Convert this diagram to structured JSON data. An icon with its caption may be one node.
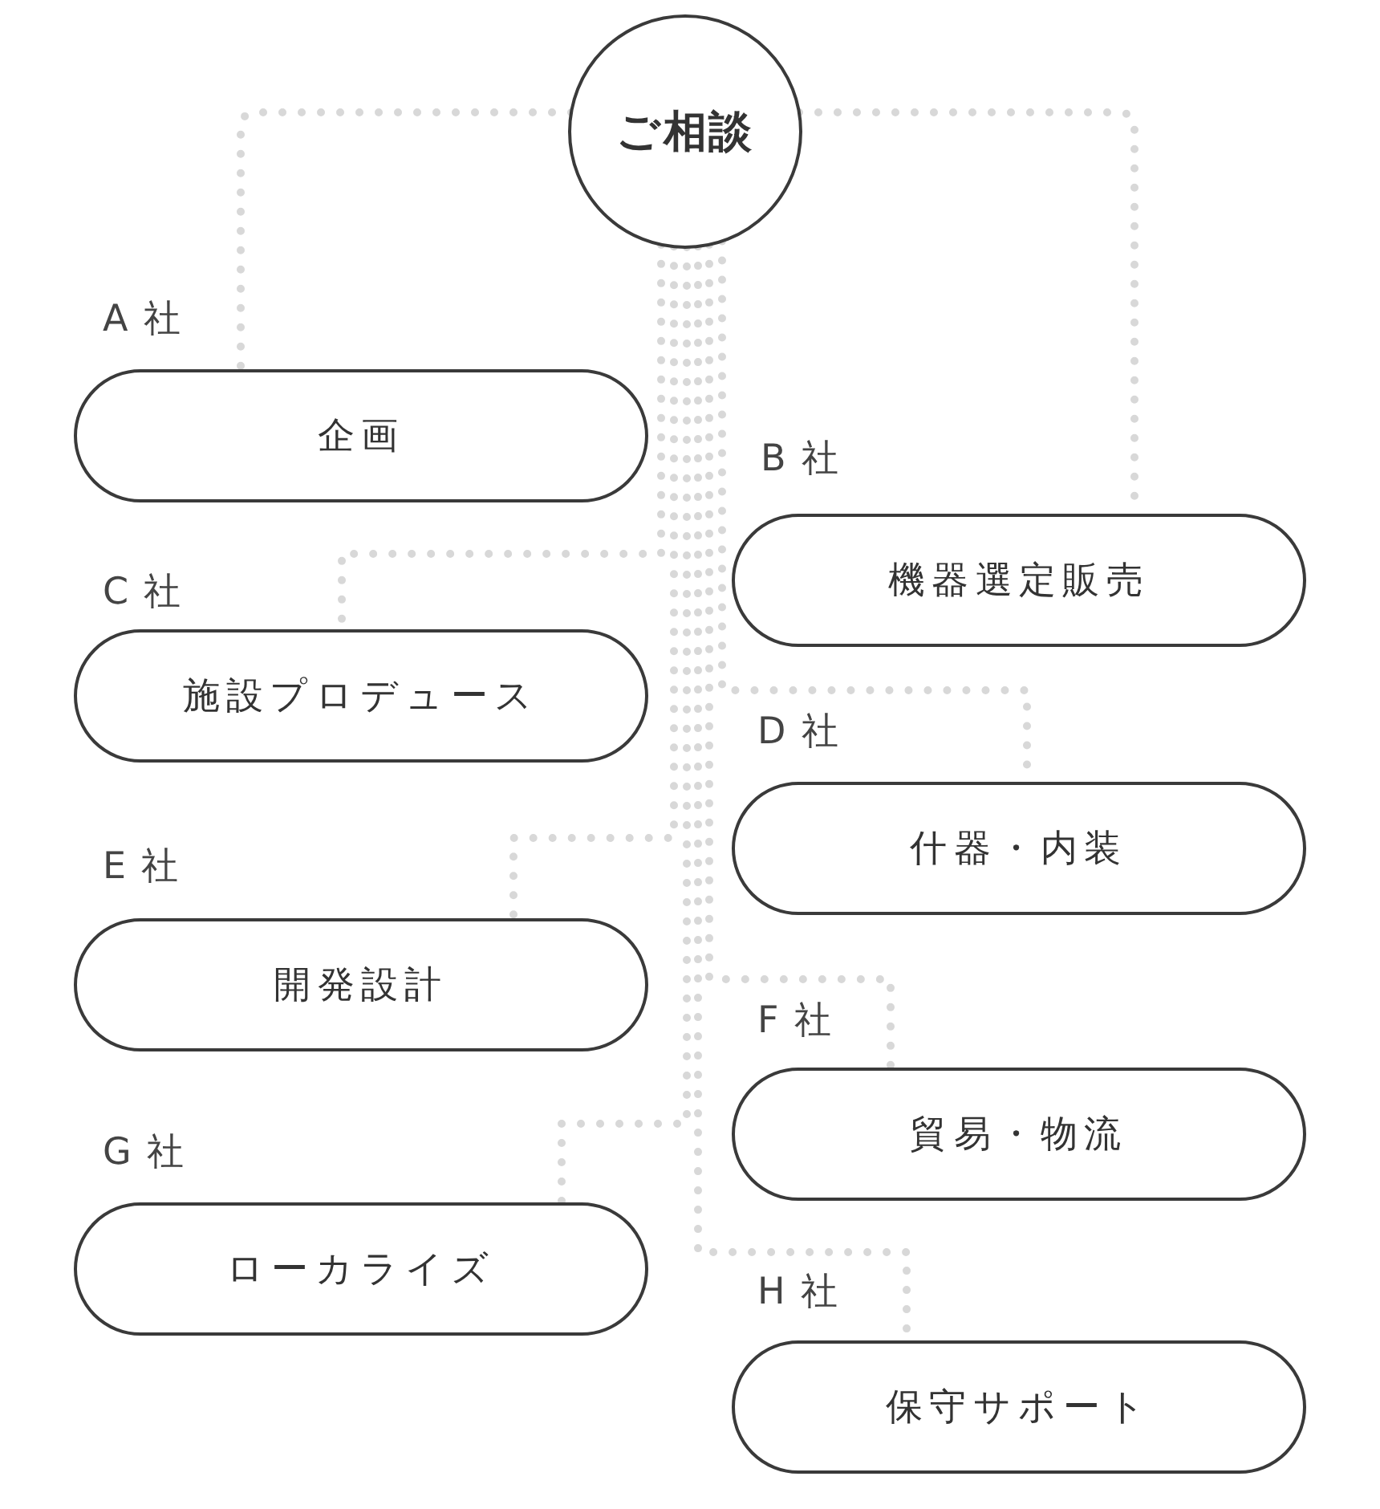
{
  "diagram": {
    "nodes": [
      {
        "text": [
          "ご相談"
        ]
      },
      {
        "text": [
          "企画"
        ],
        "beside": [
          "A 社"
        ]
      },
      {
        "text": [
          "機器選定販売"
        ],
        "beside": [
          "B 社"
        ]
      },
      {
        "text": [
          "施設プロデュース"
        ],
        "beside": [
          "C 社"
        ]
      },
      {
        "text": [
          "什器・内装"
        ],
        "beside": [
          "D 社"
        ]
      },
      {
        "text": [
          "開発設計"
        ],
        "beside": [
          "E 社"
        ]
      },
      {
        "text": [
          "貿易・物流"
        ],
        "beside": [
          "F 社"
        ]
      },
      {
        "text": [
          "ローカライズ"
        ],
        "beside": [
          "G 社"
        ]
      },
      {
        "text": [
          "保守サポート"
        ],
        "beside": [
          "H 社"
        ]
      }
    ],
    "edges": [
      {
        "from": 0,
        "to": 1,
        "arrow": "none",
        "style": "dashed"
      },
      {
        "from": 0,
        "to": 2,
        "arrow": "none",
        "style": "dashed"
      },
      {
        "from": 0,
        "to": 3,
        "arrow": "none",
        "style": "dashed"
      },
      {
        "from": 0,
        "to": 4,
        "arrow": "none",
        "style": "dashed"
      },
      {
        "from": 0,
        "to": 5,
        "arrow": "none",
        "style": "dashed"
      },
      {
        "from": 0,
        "to": 6,
        "arrow": "none",
        "style": "dashed"
      },
      {
        "from": 0,
        "to": 7,
        "arrow": "none",
        "style": "dashed"
      },
      {
        "from": 0,
        "to": 8,
        "arrow": "none",
        "style": "dashed"
      }
    ]
  }
}
